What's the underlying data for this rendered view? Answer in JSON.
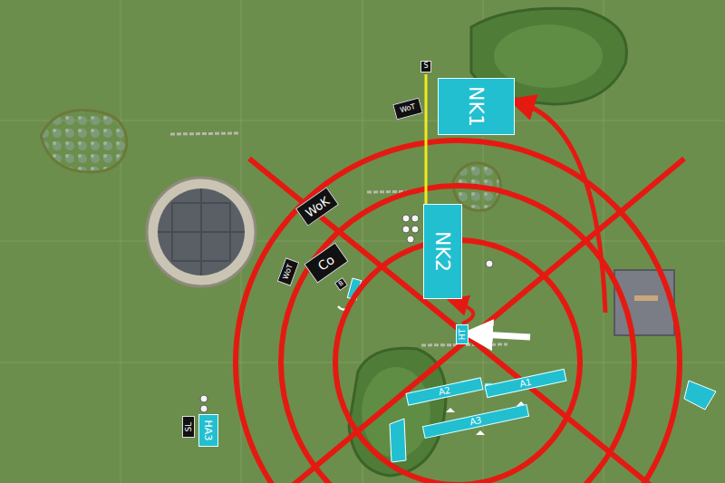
{
  "diagram": {
    "nodes": [
      {
        "text": [
          "NK1"
        ]
      },
      {
        "text": [
          "WoT"
        ]
      },
      {
        "text": [
          "S"
        ]
      },
      {
        "text": [
          "WoK"
        ]
      },
      {
        "text": [
          "NK2"
        ]
      },
      {
        "text": [
          "WoT"
        ]
      },
      {
        "text": [
          "Co"
        ]
      },
      {
        "text": [
          "B"
        ]
      },
      {
        "text": [
          "HT"
        ]
      },
      {
        "text": [
          "A2"
        ]
      },
      {
        "text": [
          "A1"
        ]
      },
      {
        "text": [
          "A3"
        ]
      },
      {
        "text": [
          "SL"
        ]
      },
      {
        "text": [
          "HA3"
        ]
      }
    ],
    "edges": [
      {
        "from": 8,
        "to": 4,
        "arrow": "to"
      }
    ]
  }
}
